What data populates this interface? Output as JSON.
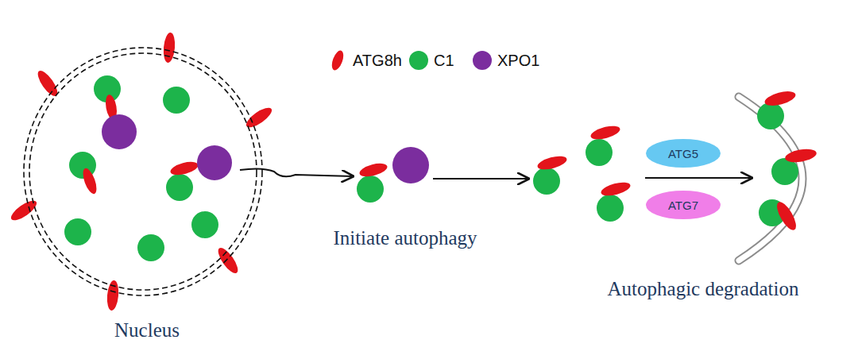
{
  "diagram": {
    "nodes": [
      {
        "text": [
          "Nucleus"
        ]
      },
      {
        "text": [
          "ATG5"
        ]
      },
      {
        "text": [
          "ATG7"
        ]
      }
    ],
    "labels": [
      "Initiate autophagy",
      "Autophagic degradation"
    ],
    "legend": [
      {
        "text": "ATG8h",
        "color": "#e3141b"
      },
      {
        "text": "C1",
        "color": "#1db44b"
      },
      {
        "text": "XPO1",
        "color": "#7b2d9e"
      }
    ]
  }
}
